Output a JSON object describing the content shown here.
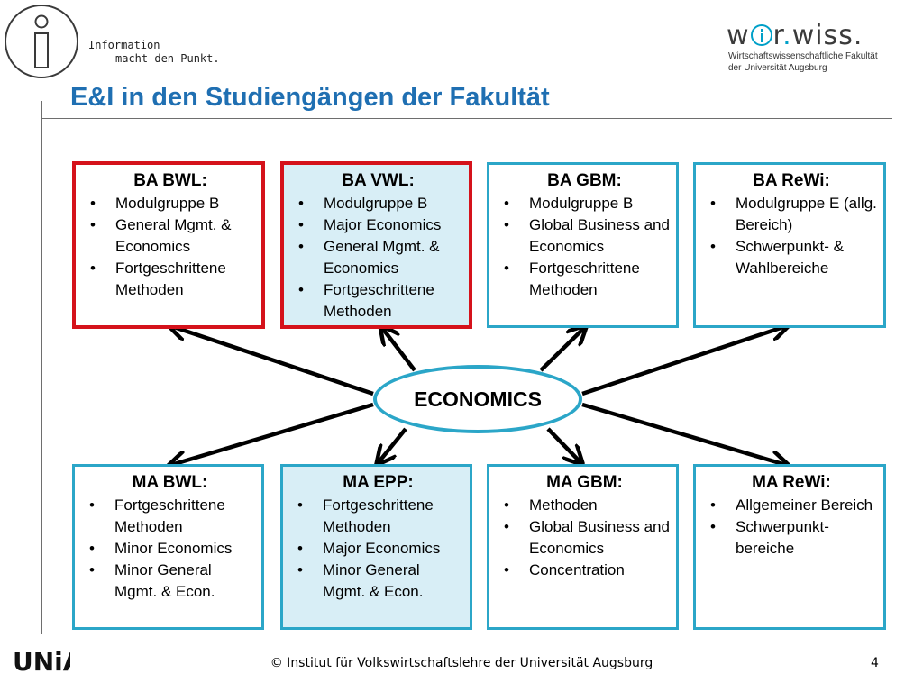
{
  "header": {
    "slogan_line1": "Information",
    "slogan_line2": "macht den Punkt.",
    "brand_pre": "w",
    "brand_post": "r",
    "brand_dot": ".",
    "brand_end": "wiss.",
    "brand_sub1": "Wirtschaftswissenschaftliche Fakultät",
    "brand_sub2": "der Universität Augsburg"
  },
  "title": "E&I in den Studiengängen der Fakultät",
  "center": {
    "label": "ECONOMICS"
  },
  "boxes_top": [
    {
      "title": "BA BWL:",
      "items": [
        "Modulgruppe B",
        "General Mgmt. & Economics",
        "Fortgeschrittene Methoden"
      ]
    },
    {
      "title": "BA VWL:",
      "items": [
        "Modulgruppe B",
        "Major Economics",
        "General Mgmt. & Economics",
        "Fortgeschrittene Methoden"
      ]
    },
    {
      "title": "BA GBM:",
      "items": [
        "Modulgruppe B",
        "Global Business and Economics",
        "Fortgeschrittene Methoden"
      ]
    },
    {
      "title": "BA ReWi:",
      "items": [
        "Modulgruppe E (allg. Bereich)",
        "Schwerpunkt- & Wahlbereiche"
      ]
    }
  ],
  "boxes_bottom": [
    {
      "title": "MA BWL:",
      "items": [
        "Fortgeschrittene Methoden",
        "Minor Economics",
        "Minor General Mgmt. & Econ."
      ]
    },
    {
      "title": "MA EPP:",
      "items": [
        "Fortgeschrittene Methoden",
        "Major Economics",
        "Minor General Mgmt. & Econ."
      ]
    },
    {
      "title": "MA GBM:",
      "items": [
        "Methoden",
        "Global Business and Economics",
        "Concentration"
      ]
    },
    {
      "title": "MA ReWi:",
      "items": [
        "Allgemeiner Bereich",
        "Schwerpunkt-bereiche"
      ]
    }
  ],
  "footer": {
    "text": "© Institut für Volkswirtschaftslehre der Universität Augsburg",
    "page": "4",
    "uni_logo_text": "UNiA"
  },
  "colors": {
    "accent_blue": "#2ba6c8",
    "title_blue": "#1f6fb2",
    "highlight_red": "#d5121b",
    "fill_blue": "#d8eef6"
  }
}
